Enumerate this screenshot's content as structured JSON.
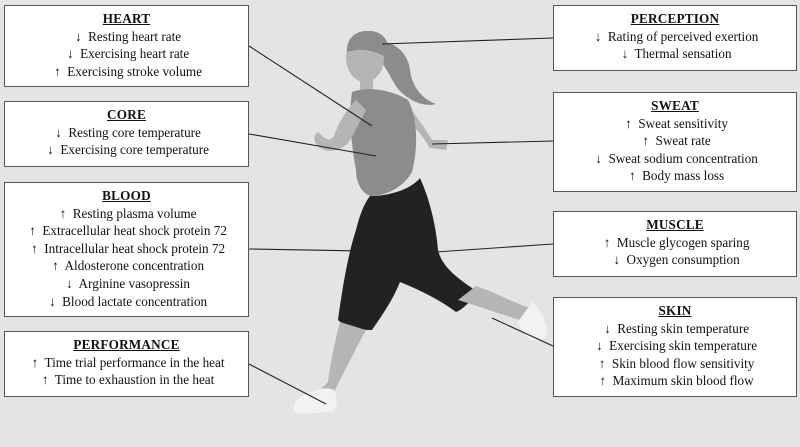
{
  "colors": {
    "background": "#e4e4e4",
    "box_fill": "#ffffff",
    "box_border": "#555555",
    "figure_dark": "#222222",
    "figure_mid": "#8c8c8c",
    "figure_light": "#b5b5b5",
    "shoe": "#f2f2f2"
  },
  "boxes": {
    "heart": {
      "title": "HEART",
      "items": [
        {
          "arrow": "↓",
          "text": "Resting heart rate"
        },
        {
          "arrow": "↓",
          "text": "Exercising heart rate"
        },
        {
          "arrow": "↑",
          "text": "Exercising stroke volume"
        }
      ]
    },
    "core": {
      "title": "CORE",
      "items": [
        {
          "arrow": "↓",
          "text": "Resting core temperature"
        },
        {
          "arrow": "↓",
          "text": "Exercising core temperature"
        }
      ]
    },
    "blood": {
      "title": "BLOOD",
      "items": [
        {
          "arrow": "↑",
          "text": "Resting plasma volume"
        },
        {
          "arrow": "↑",
          "text": "Extracellular heat shock protein 72"
        },
        {
          "arrow": "↑",
          "text": "Intracellular heat shock protein 72"
        },
        {
          "arrow": "↑",
          "text": "Aldosterone concentration"
        },
        {
          "arrow": "↓",
          "text": "Arginine vasopressin"
        },
        {
          "arrow": "↓",
          "text": "Blood lactate concentration"
        }
      ]
    },
    "performance": {
      "title": "PERFORMANCE",
      "items": [
        {
          "arrow": "↑",
          "text": "Time trial performance in the heat"
        },
        {
          "arrow": "↑",
          "text": "Time to exhaustion in the heat"
        }
      ]
    },
    "perception": {
      "title": "PERCEPTION",
      "items": [
        {
          "arrow": "↓",
          "text": "Rating of perceived exertion"
        },
        {
          "arrow": "↓",
          "text": "Thermal sensation"
        }
      ]
    },
    "sweat": {
      "title": "SWEAT",
      "items": [
        {
          "arrow": "↑",
          "text": "Sweat sensitivity"
        },
        {
          "arrow": "↑",
          "text": "Sweat rate"
        },
        {
          "arrow": "↓",
          "text": "Sweat sodium concentration"
        },
        {
          "arrow": "↑",
          "text": "Body mass loss"
        }
      ]
    },
    "muscle": {
      "title": "MUSCLE",
      "items": [
        {
          "arrow": "↑",
          "text": "Muscle glycogen sparing"
        },
        {
          "arrow": "↓",
          "text": "Oxygen consumption"
        }
      ]
    },
    "skin": {
      "title": "SKIN",
      "items": [
        {
          "arrow": "↓",
          "text": "Resting skin temperature"
        },
        {
          "arrow": "↓",
          "text": "Exercising skin temperature"
        },
        {
          "arrow": "↑",
          "text": "Skin blood flow sensitivity"
        },
        {
          "arrow": "↑",
          "text": "Maximum skin blood flow"
        }
      ]
    }
  }
}
